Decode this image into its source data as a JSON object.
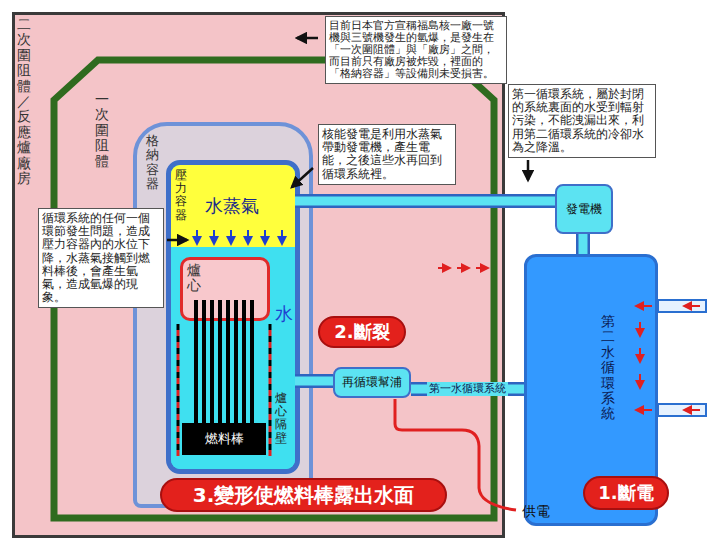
{
  "diagram": {
    "nodes": [
      {
        "text": [
          "二次圍阻體／反應爐廠房"
        ]
      },
      {
        "text": [
          "一次圍阻體"
        ],
        "in": 0
      },
      {
        "text": [
          "格納容器"
        ],
        "in": 1
      },
      {
        "text": [
          "壓力容器"
        ],
        "in": 2
      },
      {
        "text": [
          "水蒸氣"
        ],
        "in": 3
      },
      {
        "text": [
          "水"
        ],
        "in": 3
      },
      {
        "text": [
          "爐心"
        ],
        "in": 5
      },
      {
        "text": [
          "燃料棒"
        ],
        "in": 5
      },
      {
        "text": [
          "再循環幫浦"
        ],
        "in": 1
      },
      {
        "text": [
          "發電機"
        ]
      },
      {
        "text": [
          "第二水循環系統"
        ]
      },
      {
        "text": [
          "目前日本官方宣稱福島核一廠一號機與三號機發生的氫爆，是發生在「一次圍阻體」與「廠房」之間，而目前只有廠房被炸毀，裡面的「格納容器」等設備則未受損害。"
        ]
      },
      {
        "text": [
          "核能發電是利用水蒸氣帶動發電機，產生電能，之後這些水再回到循環系統裡。"
        ],
        "in": 1
      },
      {
        "text": [
          "循環系統的任何一個環節發生問題，造成壓力容器內的水位下降，水蒸氣接觸到燃料棒後，會產生氫氣，造成氫爆的現象。"
        ],
        "in": 0
      },
      {
        "text": [
          "第一循環系統，屬於封閉的系統裏面的水受到輻射污染，不能洩漏出來，利用第二循環系統的冷卻水為之降溫。"
        ]
      },
      {
        "text": [
          "1.斷電"
        ]
      },
      {
        "text": [
          "2.斷裂"
        ],
        "in": 1
      },
      {
        "text": [
          "3.變形使燃料棒露出水面"
        ],
        "in": 1
      }
    ],
    "edges": [
      {
        "from": 4,
        "to": 9,
        "arrow": "none"
      },
      {
        "from": 9,
        "to": 10,
        "arrow": "none"
      },
      {
        "from": 10,
        "to": 8,
        "label": "第一水循環系統",
        "arrow": "none"
      },
      {
        "from": 8,
        "to": 5,
        "arrow": "none"
      }
    ],
    "labels": [
      "爐心隔壁",
      "供電"
    ]
  }
}
